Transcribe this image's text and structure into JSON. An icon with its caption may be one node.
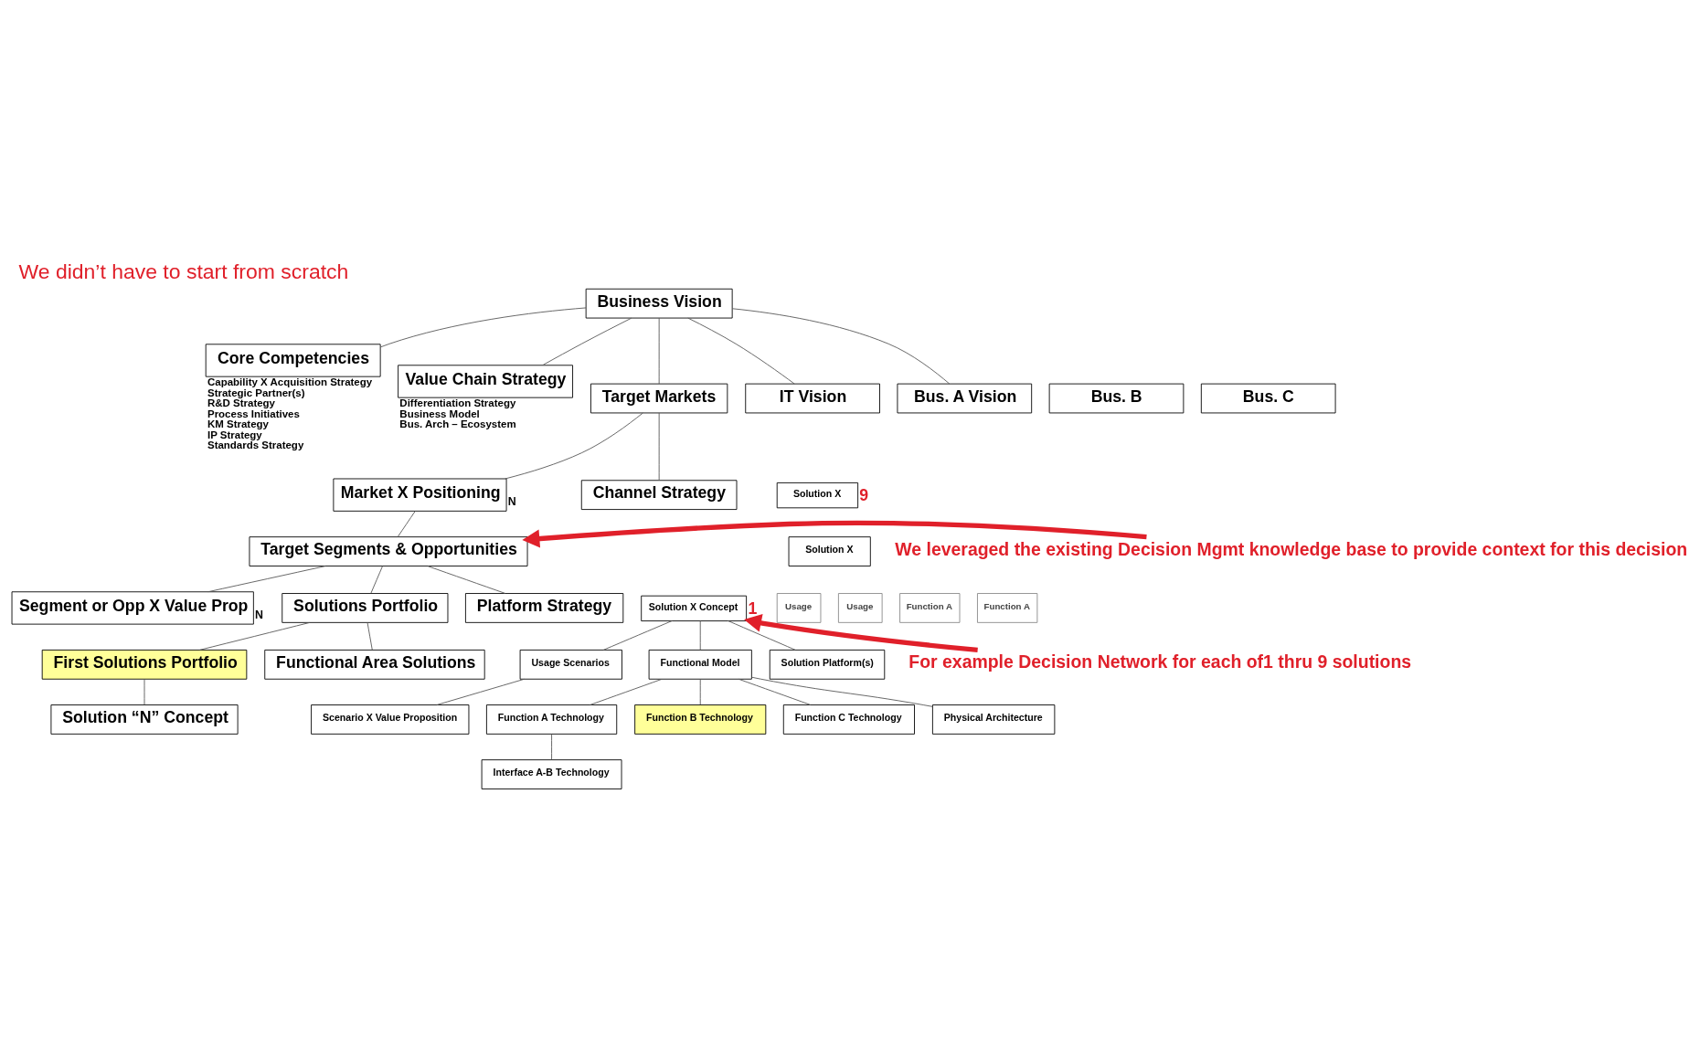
{
  "diagram": {
    "title": "We didn’t have to start from scratch",
    "nodes": [
      {
        "text": [
          "Business Vision"
        ]
      },
      {
        "text": [
          "Core Competencies"
        ],
        "beside": [
          "Capability X Acquisition Strategy",
          "Strategic Partner(s)",
          "R&D Strategy",
          "Process Initiatives",
          "KM Strategy",
          "IP Strategy",
          "Standards Strategy"
        ]
      },
      {
        "text": [
          "Value Chain Strategy"
        ],
        "beside": [
          "Differentiation Strategy",
          "Business Model",
          "Bus. Arch – Ecosystem"
        ]
      },
      {
        "text": [
          "Target Markets"
        ]
      },
      {
        "text": [
          "IT Vision"
        ]
      },
      {
        "text": [
          "Bus. A Vision"
        ]
      },
      {
        "text": [
          "Bus. B"
        ]
      },
      {
        "text": [
          "Bus. C"
        ]
      },
      {
        "text": [
          "Market X Positioning"
        ],
        "beside": [
          "N"
        ]
      },
      {
        "text": [
          "Channel Strategy"
        ]
      },
      {
        "text": [
          "Target Segments & Opportunities"
        ]
      },
      {
        "text": [
          "Segment or Opp X Value Prop"
        ],
        "beside": [
          "N"
        ]
      },
      {
        "text": [
          "Solutions Portfolio"
        ]
      },
      {
        "text": [
          "Platform Strategy"
        ]
      },
      {
        "text": [
          "First Solutions Portfolio"
        ]
      },
      {
        "text": [
          "Functional Area Solutions"
        ]
      },
      {
        "text": [
          "Solution “N” Concept"
        ]
      },
      {
        "text": [
          "Solution X"
        ],
        "beside": [
          "9"
        ]
      },
      {
        "text": [
          "Solution X"
        ]
      },
      {
        "text": [
          "Solution X Concept"
        ],
        "beside": [
          "1"
        ]
      },
      {
        "text": [
          "Usage Scenarios"
        ]
      },
      {
        "text": [
          "Functional Model"
        ]
      },
      {
        "text": [
          "Solution Platform(s)"
        ]
      },
      {
        "text": [
          "Scenario X Value Proposition"
        ]
      },
      {
        "text": [
          "Function A Technology"
        ]
      },
      {
        "text": [
          "Function B Technology"
        ]
      },
      {
        "text": [
          "Function C Technology"
        ]
      },
      {
        "text": [
          "Physical Architecture"
        ]
      },
      {
        "text": [
          "Interface A-B Technology"
        ]
      },
      {
        "text": [
          "We leveraged the existing Decision Mgmt knowledge base to provide context for this decision"
        ]
      },
      {
        "text": [
          "For example Decision Network for each of1 thru 9 solutions"
        ]
      }
    ],
    "edges": [
      {
        "from": 0,
        "to": 1,
        "arrow": "none"
      },
      {
        "from": 0,
        "to": 2,
        "arrow": "none"
      },
      {
        "from": 0,
        "to": 3,
        "arrow": "none"
      },
      {
        "from": 0,
        "to": 4,
        "arrow": "none"
      },
      {
        "from": 0,
        "to": 5,
        "arrow": "none"
      },
      {
        "from": 3,
        "to": 8,
        "arrow": "none"
      },
      {
        "from": 3,
        "to": 9,
        "arrow": "none"
      },
      {
        "from": 8,
        "to": 10,
        "arrow": "none"
      },
      {
        "from": 10,
        "to": 11,
        "arrow": "none"
      },
      {
        "from": 10,
        "to": 12,
        "arrow": "none"
      },
      {
        "from": 10,
        "to": 13,
        "arrow": "none"
      },
      {
        "from": 12,
        "to": 14,
        "arrow": "none"
      },
      {
        "from": 12,
        "to": 15,
        "arrow": "none"
      },
      {
        "from": 14,
        "to": 16,
        "arrow": "none"
      },
      {
        "from": 19,
        "to": 20,
        "arrow": "none"
      },
      {
        "from": 19,
        "to": 21,
        "arrow": "none"
      },
      {
        "from": 19,
        "to": 22,
        "arrow": "none"
      },
      {
        "from": 20,
        "to": 23,
        "arrow": "none"
      },
      {
        "from": 21,
        "to": 24,
        "arrow": "none"
      },
      {
        "from": 21,
        "to": 25,
        "arrow": "none"
      },
      {
        "from": 21,
        "to": 26,
        "arrow": "none"
      },
      {
        "from": 21,
        "to": 27,
        "arrow": "none"
      },
      {
        "from": 24,
        "to": 28,
        "arrow": "none"
      },
      {
        "from": 29,
        "to": 10,
        "arrow": "to",
        "style": "thick",
        "color": "#e0202a"
      },
      {
        "from": 30,
        "to": 19,
        "arrow": "to",
        "style": "thick",
        "color": "#e0202a"
      }
    ],
    "labels": [
      "Usage",
      "Usage",
      "Function A",
      "Function A"
    ]
  }
}
